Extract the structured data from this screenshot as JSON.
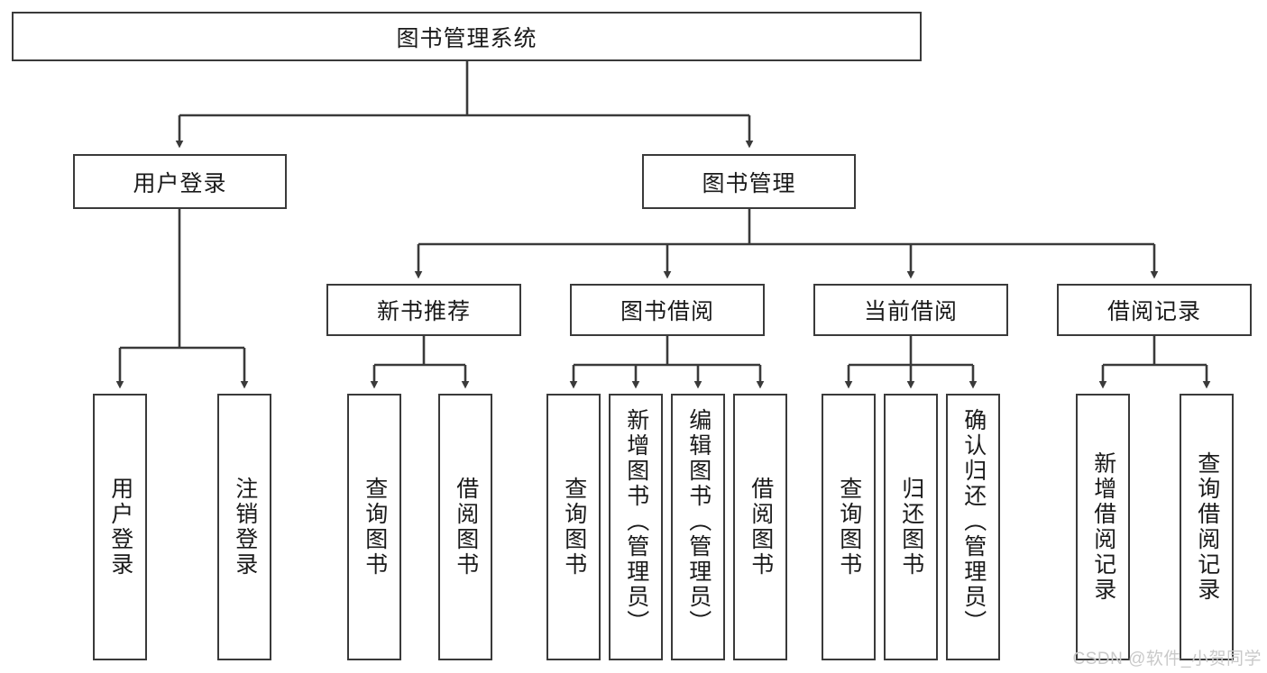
{
  "diagram": {
    "title": "图书管理系统",
    "type": "tree-hierarchy",
    "background_color": "#ffffff",
    "line_color": "#3a3a3a",
    "text_color": "#1a1a1a"
  },
  "root": {
    "label": "图书管理系统"
  },
  "level2": [
    {
      "label": "用户登录"
    },
    {
      "label": "图书管理"
    }
  ],
  "level3": [
    {
      "label": "新书推荐"
    },
    {
      "label": "图书借阅"
    },
    {
      "label": "当前借阅"
    },
    {
      "label": "借阅记录"
    }
  ],
  "leaves": {
    "user_login": [
      {
        "label": "用户登录"
      },
      {
        "label": "注销登录"
      }
    ],
    "new_book": [
      {
        "label": "查询图书"
      },
      {
        "label": "借阅图书"
      }
    ],
    "book_borrow": [
      {
        "label": "查询图书"
      },
      {
        "label": "新增图书（管理员）"
      },
      {
        "label": "编辑图书（管理员）"
      },
      {
        "label": "借阅图书"
      }
    ],
    "current_borrow": [
      {
        "label": "查询图书"
      },
      {
        "label": "归还图书"
      },
      {
        "label": "确认归还（管理员）"
      }
    ],
    "borrow_record": [
      {
        "label": "新增借阅记录"
      },
      {
        "label": "查询借阅记录"
      }
    ]
  },
  "watermark": {
    "text": "CSDN @软件_小贺同学"
  }
}
